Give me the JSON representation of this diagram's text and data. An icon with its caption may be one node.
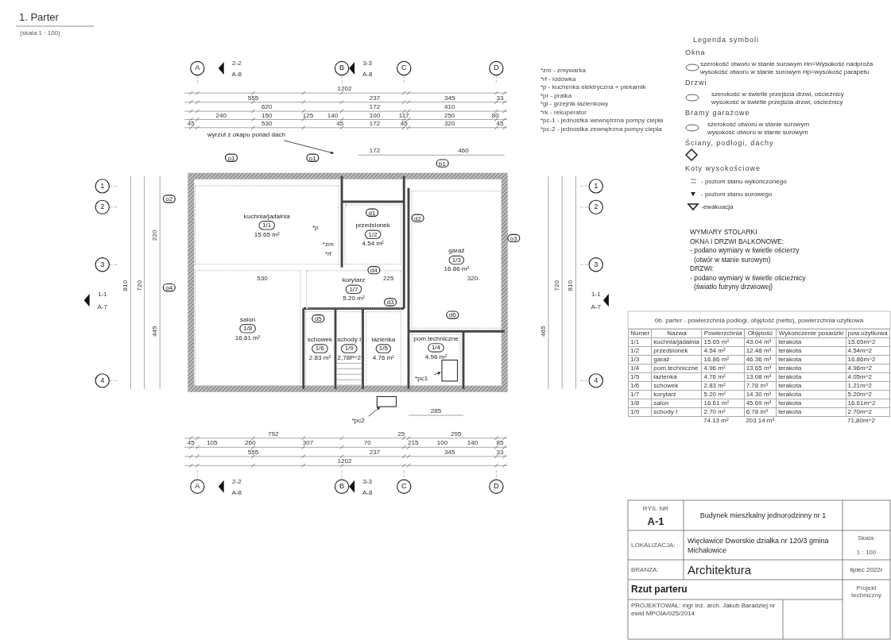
{
  "diagram": {
    "title": "1. Parter",
    "nodes": [
      {
        "text": [
          "kuchnia/jadalnia",
          "1/1",
          "15.65 m²"
        ]
      },
      {
        "text": [
          "przedsionek",
          "1/2",
          "4.54 m²"
        ]
      },
      {
        "text": [
          "garaż",
          "1/3",
          "16.86 m²"
        ]
      },
      {
        "text": [
          "pom.techniczne",
          "1/4",
          "4.96 m²"
        ]
      },
      {
        "text": [
          "łazienka",
          "1/5",
          "4.76 m²"
        ]
      },
      {
        "text": [
          "schowek",
          "1/6",
          "2.83 m²"
        ]
      },
      {
        "text": [
          "korytarz",
          "1/7",
          "5.20 m²"
        ]
      },
      {
        "text": [
          "salon",
          "1/8",
          "16.61 m²"
        ]
      },
      {
        "text": [
          "schody I",
          "1/9",
          "2,78P^2"
        ]
      },
      {
        "text": [
          "wyrzut z okapu ponad dach"
        ]
      },
      {
        "text": [
          "*pc1"
        ],
        "in": 3
      },
      {
        "text": [
          "*pc2"
        ]
      },
      {
        "text": [],
        "shape": "box",
        "in": 3
      },
      {
        "text": [],
        "shape": "box"
      }
    ],
    "edges": [
      {
        "from": 9,
        "to": null,
        "arrow": "to"
      },
      {
        "from": 10,
        "to": 12,
        "arrow": "to"
      },
      {
        "from": 11,
        "to": 13,
        "arrow": "to"
      }
    ],
    "labels": [
      "(skala 1 : 100)",
      "A",
      "B",
      "C",
      "D",
      "2-2",
      "A-8",
      "3-3",
      "A-8",
      "1202",
      "555",
      "237",
      "345",
      "33",
      "620",
      "172",
      "410",
      "240",
      "150",
      "125",
      "140",
      "100",
      "117",
      "250",
      "80",
      "45",
      "530",
      "45",
      "172",
      "45",
      "320",
      "45",
      "1",
      "2",
      "3",
      "4",
      "1",
      "2",
      "3",
      "4",
      "1-1",
      "A-7",
      "1-1",
      "A-7",
      "810",
      "720",
      "220",
      "445",
      "465",
      "720",
      "810",
      "172",
      "460",
      "530",
      "225",
      "320",
      "285",
      "792",
      "25",
      "295",
      "45",
      "105",
      "260",
      "307",
      "70",
      "215",
      "100",
      "140",
      "85",
      "555",
      "237",
      "345",
      "33",
      "1202",
      "A",
      "B",
      "C",
      "D",
      "2-2",
      "A-8",
      "3-3",
      "A-8",
      "o1",
      "o1",
      "b1",
      "o2",
      "o3",
      "o4",
      "d1",
      "d2",
      "d4",
      "d3",
      "d5",
      "d6",
      "*p",
      "*zm",
      "*rf",
      "*zm - zmywarka",
      "*rf - lodówka",
      "*p - kuchenka elektryczna + piekarnik",
      "*pr - pralka",
      "*gł - grzejnik łazienkowy",
      "*rk - rekuperator",
      "*pc-1 - jednostka wewnętrzna pompy ciepła",
      "*pc-2 - jednostka zewnętrzna pompy ciepła",
      "Legenda symboli",
      "Okna",
      "Drzwi",
      "Bramy garażowe",
      "Ściany, podłogi, dachy",
      "Koty wysokościowe",
      "WYMIARY STOLARKI",
      "OKNA I DRZWI BALKONOWE:",
      "- podano wymiary w świetle ościerzy",
      "(otwór w stanie surowym)",
      "DRZWI:",
      "- podano wymiary w świetle ościeżnicy",
      "(światło futryny drzwiowej)",
      "0b. parter - powierzchnia podłogi, objętość (netto), powierzchnia użytkowa",
      "Numer",
      "Nazwa",
      "Powierzchnia",
      "Objętość",
      "Wykończenie posadzki",
      "pow.użytkowa",
      "1/1",
      "kuchnia/jadalnia",
      "15.65 m²",
      "43.04 m³",
      "terakota",
      "15.65m^2",
      "1/2",
      "przedsionek",
      "4.54 m²",
      "12.48 m³",
      "terakota",
      "4.54m^2",
      "1/3",
      "garaż",
      "16.86 m²",
      "46.36 m³",
      "terakota",
      "16.86m^2",
      "1/4",
      "pom.techniczne",
      "4.96 m²",
      "13.65 m³",
      "terakota",
      "4.96m^2",
      "1/5",
      "łazienka",
      "4.76 m²",
      "13.08 m³",
      "terakota",
      "4.05m^2",
      "1/6",
      "schowek",
      "2.83 m²",
      "7.78 m³",
      "terakota",
      "1.21m^2",
      "1/7",
      "korytarz",
      "5.20 m²",
      "14.30 m³",
      "terakota",
      "5.20m^2",
      "1/8",
      "salon",
      "16.61 m²",
      "45.69 m³",
      "terakota",
      "16.61m^2",
      "1/9",
      "schody I",
      "2.70 m²",
      "6.78 m³",
      "terakota",
      "2.70m^2",
      "74.13 m²",
      "203.14 m³",
      "71,80m^2",
      "RYS. NR",
      "A-1",
      "Budynek mieszkalny jednorodzinny nr 1",
      "LOKALIZACJA:",
      "Więcławice Dworskie działka nr 120/3 gmina Michałowice",
      "Skala:",
      "1 : 100",
      "BRANŻA:",
      "Architektura",
      "lipiec 2022r",
      "Rzut parteru",
      "Projekt techniczny",
      "PROJEKTOWAŁ: mgr inż. arch. Jakub Baradziej nr ewid MPOIA/025/2014"
    ],
    "legend": [
      {
        "text": "szerokość otworu w stanie surowym Hn=Wysokość nadproża"
      },
      {
        "text": "wysokość otworu w stanie surowym Hp=wysokość parapetu"
      },
      {
        "text": "szerokość w świetle przejścia drzwi, ościeżnicy"
      },
      {
        "text": "wysokość w świetle przejścia drzwi, ościeżnicy"
      },
      {
        "text": "szerokość otworu w stanie surowym"
      },
      {
        "text": "wysokość otworu w stanie surowym"
      },
      {
        "text": "- poziom stanu wykończonego"
      },
      {
        "text": "- poziom stanu surowego"
      },
      {
        "text": "-ewakuacja"
      }
    ]
  }
}
